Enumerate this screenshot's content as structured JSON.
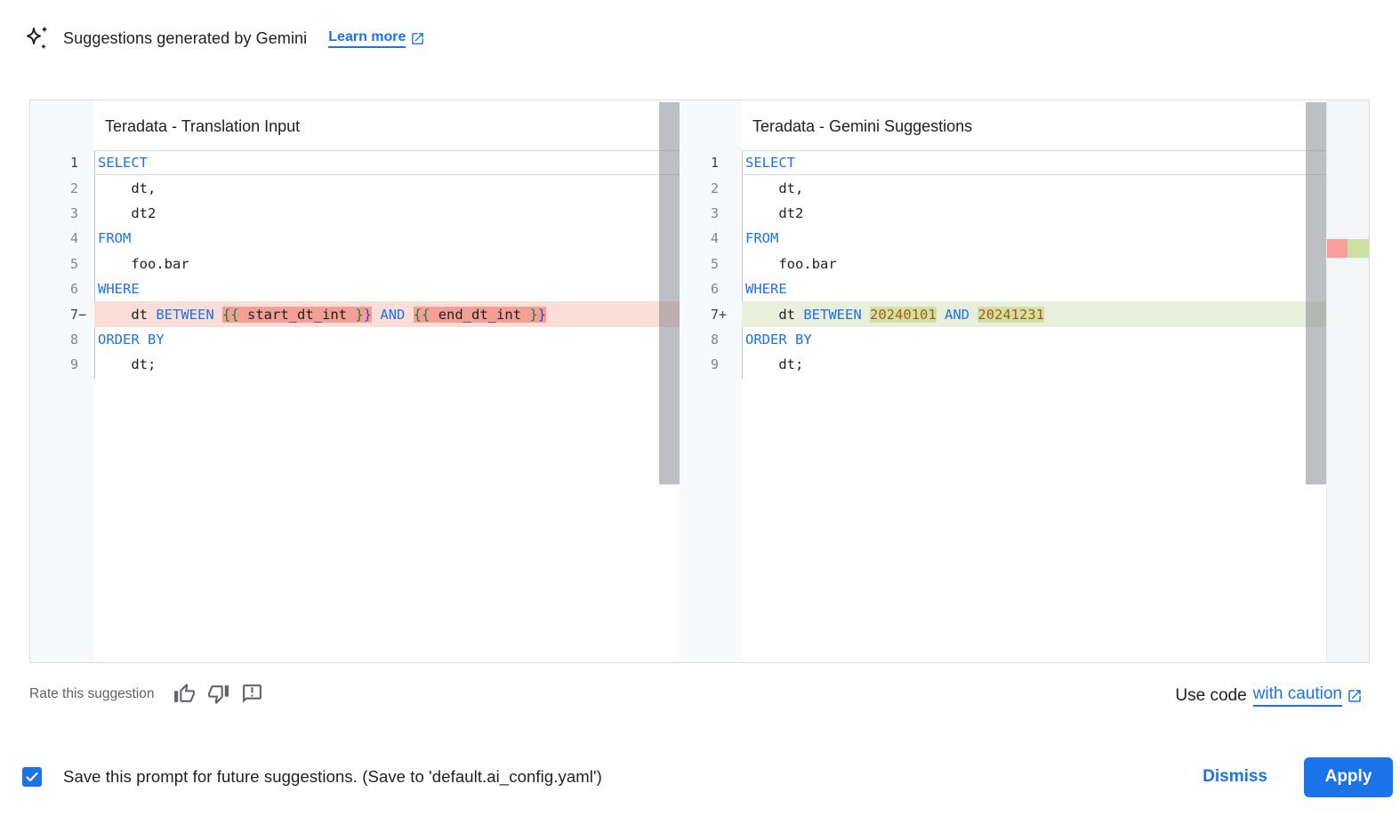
{
  "header": {
    "title": "Suggestions generated by Gemini",
    "learn_more_label": "Learn more"
  },
  "diff": {
    "left": {
      "title": "Teradata - Translation Input",
      "lines": [
        {
          "num": "1",
          "marker": "",
          "state": "active",
          "tokens": [
            {
              "text": "SELECT",
              "style": "kw"
            }
          ]
        },
        {
          "num": "2",
          "marker": "",
          "state": "",
          "tokens": [
            {
              "text": "    dt,",
              "style": "plain"
            }
          ]
        },
        {
          "num": "3",
          "marker": "",
          "state": "",
          "tokens": [
            {
              "text": "    dt2",
              "style": "plain"
            }
          ]
        },
        {
          "num": "4",
          "marker": "",
          "state": "",
          "tokens": [
            {
              "text": "FROM",
              "style": "kw"
            }
          ]
        },
        {
          "num": "5",
          "marker": "",
          "state": "",
          "tokens": [
            {
              "text": "    foo.bar",
              "style": "plain"
            }
          ]
        },
        {
          "num": "6",
          "marker": "",
          "state": "",
          "tokens": [
            {
              "text": "WHERE",
              "style": "kw"
            }
          ]
        },
        {
          "num": "7",
          "marker": "−",
          "state": "del",
          "tokens": [
            {
              "text": "    ",
              "style": "plain"
            },
            {
              "text": "dt",
              "style": "plain"
            },
            {
              "text": " ",
              "style": "plain"
            },
            {
              "text": "BETWEEN",
              "style": "kw"
            },
            {
              "text": " ",
              "style": "plain"
            },
            {
              "text": "{{",
              "style": "brace-green",
              "hl": true
            },
            {
              "text": " start_dt_int ",
              "style": "plain",
              "hl": true
            },
            {
              "text": "}",
              "style": "brace-green",
              "hl": true
            },
            {
              "text": "}",
              "style": "brace-blue",
              "hl": true
            },
            {
              "text": " ",
              "style": "plain"
            },
            {
              "text": "AND",
              "style": "kw"
            },
            {
              "text": " ",
              "style": "plain"
            },
            {
              "text": "{{",
              "style": "brace-green",
              "hl": true
            },
            {
              "text": " end_dt_int ",
              "style": "plain",
              "hl": true
            },
            {
              "text": "}",
              "style": "brace-green",
              "hl": true
            },
            {
              "text": "}",
              "style": "brace-blue",
              "hl": true
            }
          ]
        },
        {
          "num": "8",
          "marker": "",
          "state": "",
          "tokens": [
            {
              "text": "ORDER BY",
              "style": "kw"
            }
          ]
        },
        {
          "num": "9",
          "marker": "",
          "state": "",
          "tokens": [
            {
              "text": "    dt;",
              "style": "plain"
            }
          ]
        }
      ]
    },
    "right": {
      "title": "Teradata - Gemini Suggestions",
      "lines": [
        {
          "num": "1",
          "marker": "",
          "state": "active",
          "tokens": [
            {
              "text": "SELECT",
              "style": "kw"
            }
          ]
        },
        {
          "num": "2",
          "marker": "",
          "state": "",
          "tokens": [
            {
              "text": "    dt,",
              "style": "plain"
            }
          ]
        },
        {
          "num": "3",
          "marker": "",
          "state": "",
          "tokens": [
            {
              "text": "    dt2",
              "style": "plain"
            }
          ]
        },
        {
          "num": "4",
          "marker": "",
          "state": "",
          "tokens": [
            {
              "text": "FROM",
              "style": "kw"
            }
          ]
        },
        {
          "num": "5",
          "marker": "",
          "state": "",
          "tokens": [
            {
              "text": "    foo.bar",
              "style": "plain"
            }
          ]
        },
        {
          "num": "6",
          "marker": "",
          "state": "",
          "tokens": [
            {
              "text": "WHERE",
              "style": "kw"
            }
          ]
        },
        {
          "num": "7",
          "marker": "+",
          "state": "add",
          "tokens": [
            {
              "text": "    ",
              "style": "plain"
            },
            {
              "text": "dt",
              "style": "plain"
            },
            {
              "text": " ",
              "style": "plain"
            },
            {
              "text": "BETWEEN",
              "style": "kw"
            },
            {
              "text": " ",
              "style": "plain"
            },
            {
              "text": "20240101",
              "style": "num",
              "hl": true
            },
            {
              "text": " ",
              "style": "plain"
            },
            {
              "text": "AND",
              "style": "kw"
            },
            {
              "text": " ",
              "style": "plain"
            },
            {
              "text": "20241231",
              "style": "num",
              "hl": true
            }
          ]
        },
        {
          "num": "8",
          "marker": "",
          "state": "",
          "tokens": [
            {
              "text": "ORDER BY",
              "style": "kw"
            }
          ]
        },
        {
          "num": "9",
          "marker": "",
          "state": "",
          "tokens": [
            {
              "text": "    dt;",
              "style": "plain"
            }
          ]
        }
      ]
    }
  },
  "rate": {
    "label": "Rate this suggestion",
    "icons": [
      "thumb-up-icon",
      "thumb-down-icon",
      "feedback-icon"
    ]
  },
  "use_code": {
    "prefix": "Use code",
    "link_label": "with caution"
  },
  "actions": {
    "save_label": "Save this prompt for future suggestions. (Save to 'default.ai_config.yaml')",
    "save_checked": true,
    "dismiss_label": "Dismiss",
    "apply_label": "Apply"
  },
  "colors": {
    "accent_blue": "#1a73e8",
    "keyword_blue": "#1a73e8",
    "number_orange": "#a85a14",
    "brace_green": "#188038",
    "brace_blue": "#3742d8",
    "deleted_line_bg": "#fcded9",
    "deleted_token_bg": "#f39f96",
    "added_line_bg": "#e9efdb",
    "added_token_bg": "#d2e0a5",
    "gutter_bg": "#f8f9fa",
    "card_border": "#dadce0",
    "muted_text": "#5f6368"
  }
}
